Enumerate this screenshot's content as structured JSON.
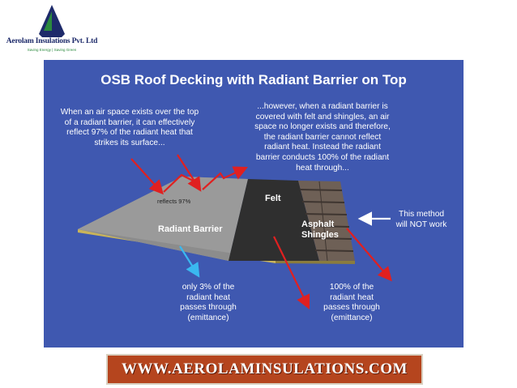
{
  "logo": {
    "name": "Aerolam Insulations Pvt. Ltd",
    "tagline": "Saving Energy | Saving Green"
  },
  "diagram": {
    "title": "OSB Roof Decking with Radiant Barrier on Top",
    "left_note": "When an air space exists over the top\nof a radiant barrier, it can effectively\nreflect 97% of the radiant heat that\nstrikes its surface...",
    "right_note": "...however, when a radiant barrier is\ncovered with felt and shingles, an air\nspace no longer exists and therefore,\nthe radiant barrier cannot reflect\nradiant heat.  Instead the radiant\nbarrier conducts 100% of the radiant\nheat through...",
    "reflects_label": "reflects 97%",
    "felt_label": "Felt",
    "radiant_barrier_label": "Radiant Barrier",
    "asphalt_label": "Asphalt\nShingles",
    "method_note": "This method\nwill NOT work",
    "bottom_left_note": "only 3% of the\nradiant heat\npasses through\n(emittance)",
    "bottom_right_note": "100% of the\nradiant heat\npasses through\n(emittance)"
  },
  "banner": {
    "text": "WWW.AEROLAMINSULATIONS.COM"
  },
  "colors": {
    "panel": "#3f58b0",
    "arrow_red": "#e02020",
    "arrow_blue": "#3ab8f0",
    "banner": "#b5451e"
  }
}
